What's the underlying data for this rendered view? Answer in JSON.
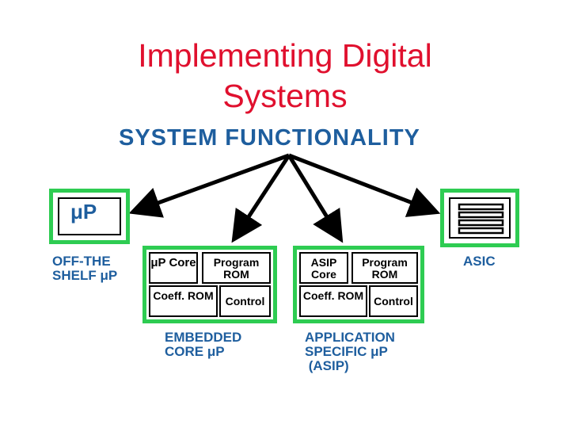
{
  "title": {
    "line1": "Implementing Digital",
    "line2": "Systems"
  },
  "root_label": "SYSTEM FUNCTIONALITY",
  "options": {
    "off_the_shelf": {
      "chip_label": "μP",
      "caption_line1": "OFF-THE",
      "caption_line2": "SHELF μP"
    },
    "embedded_core": {
      "blocks": {
        "core": "μP Core",
        "program_rom": "Program ROM",
        "coeff_rom": "Coeff. ROM",
        "control": "Control"
      },
      "caption_line1": "EMBEDDED",
      "caption_line2": "CORE μP"
    },
    "asip": {
      "blocks": {
        "core": "ASIP Core",
        "program_rom": "Program ROM",
        "coeff_rom": "Coeff. ROM",
        "control": "Control"
      },
      "caption_line1": "APPLICATION",
      "caption_line2": "SPECIFIC μP",
      "caption_line3": " (ASIP)"
    },
    "asic": {
      "caption": "ASIC"
    }
  },
  "colors": {
    "title": "#e0102e",
    "label": "#1e5e9e",
    "frame": "#2ecc52",
    "arrow": "#000000"
  }
}
